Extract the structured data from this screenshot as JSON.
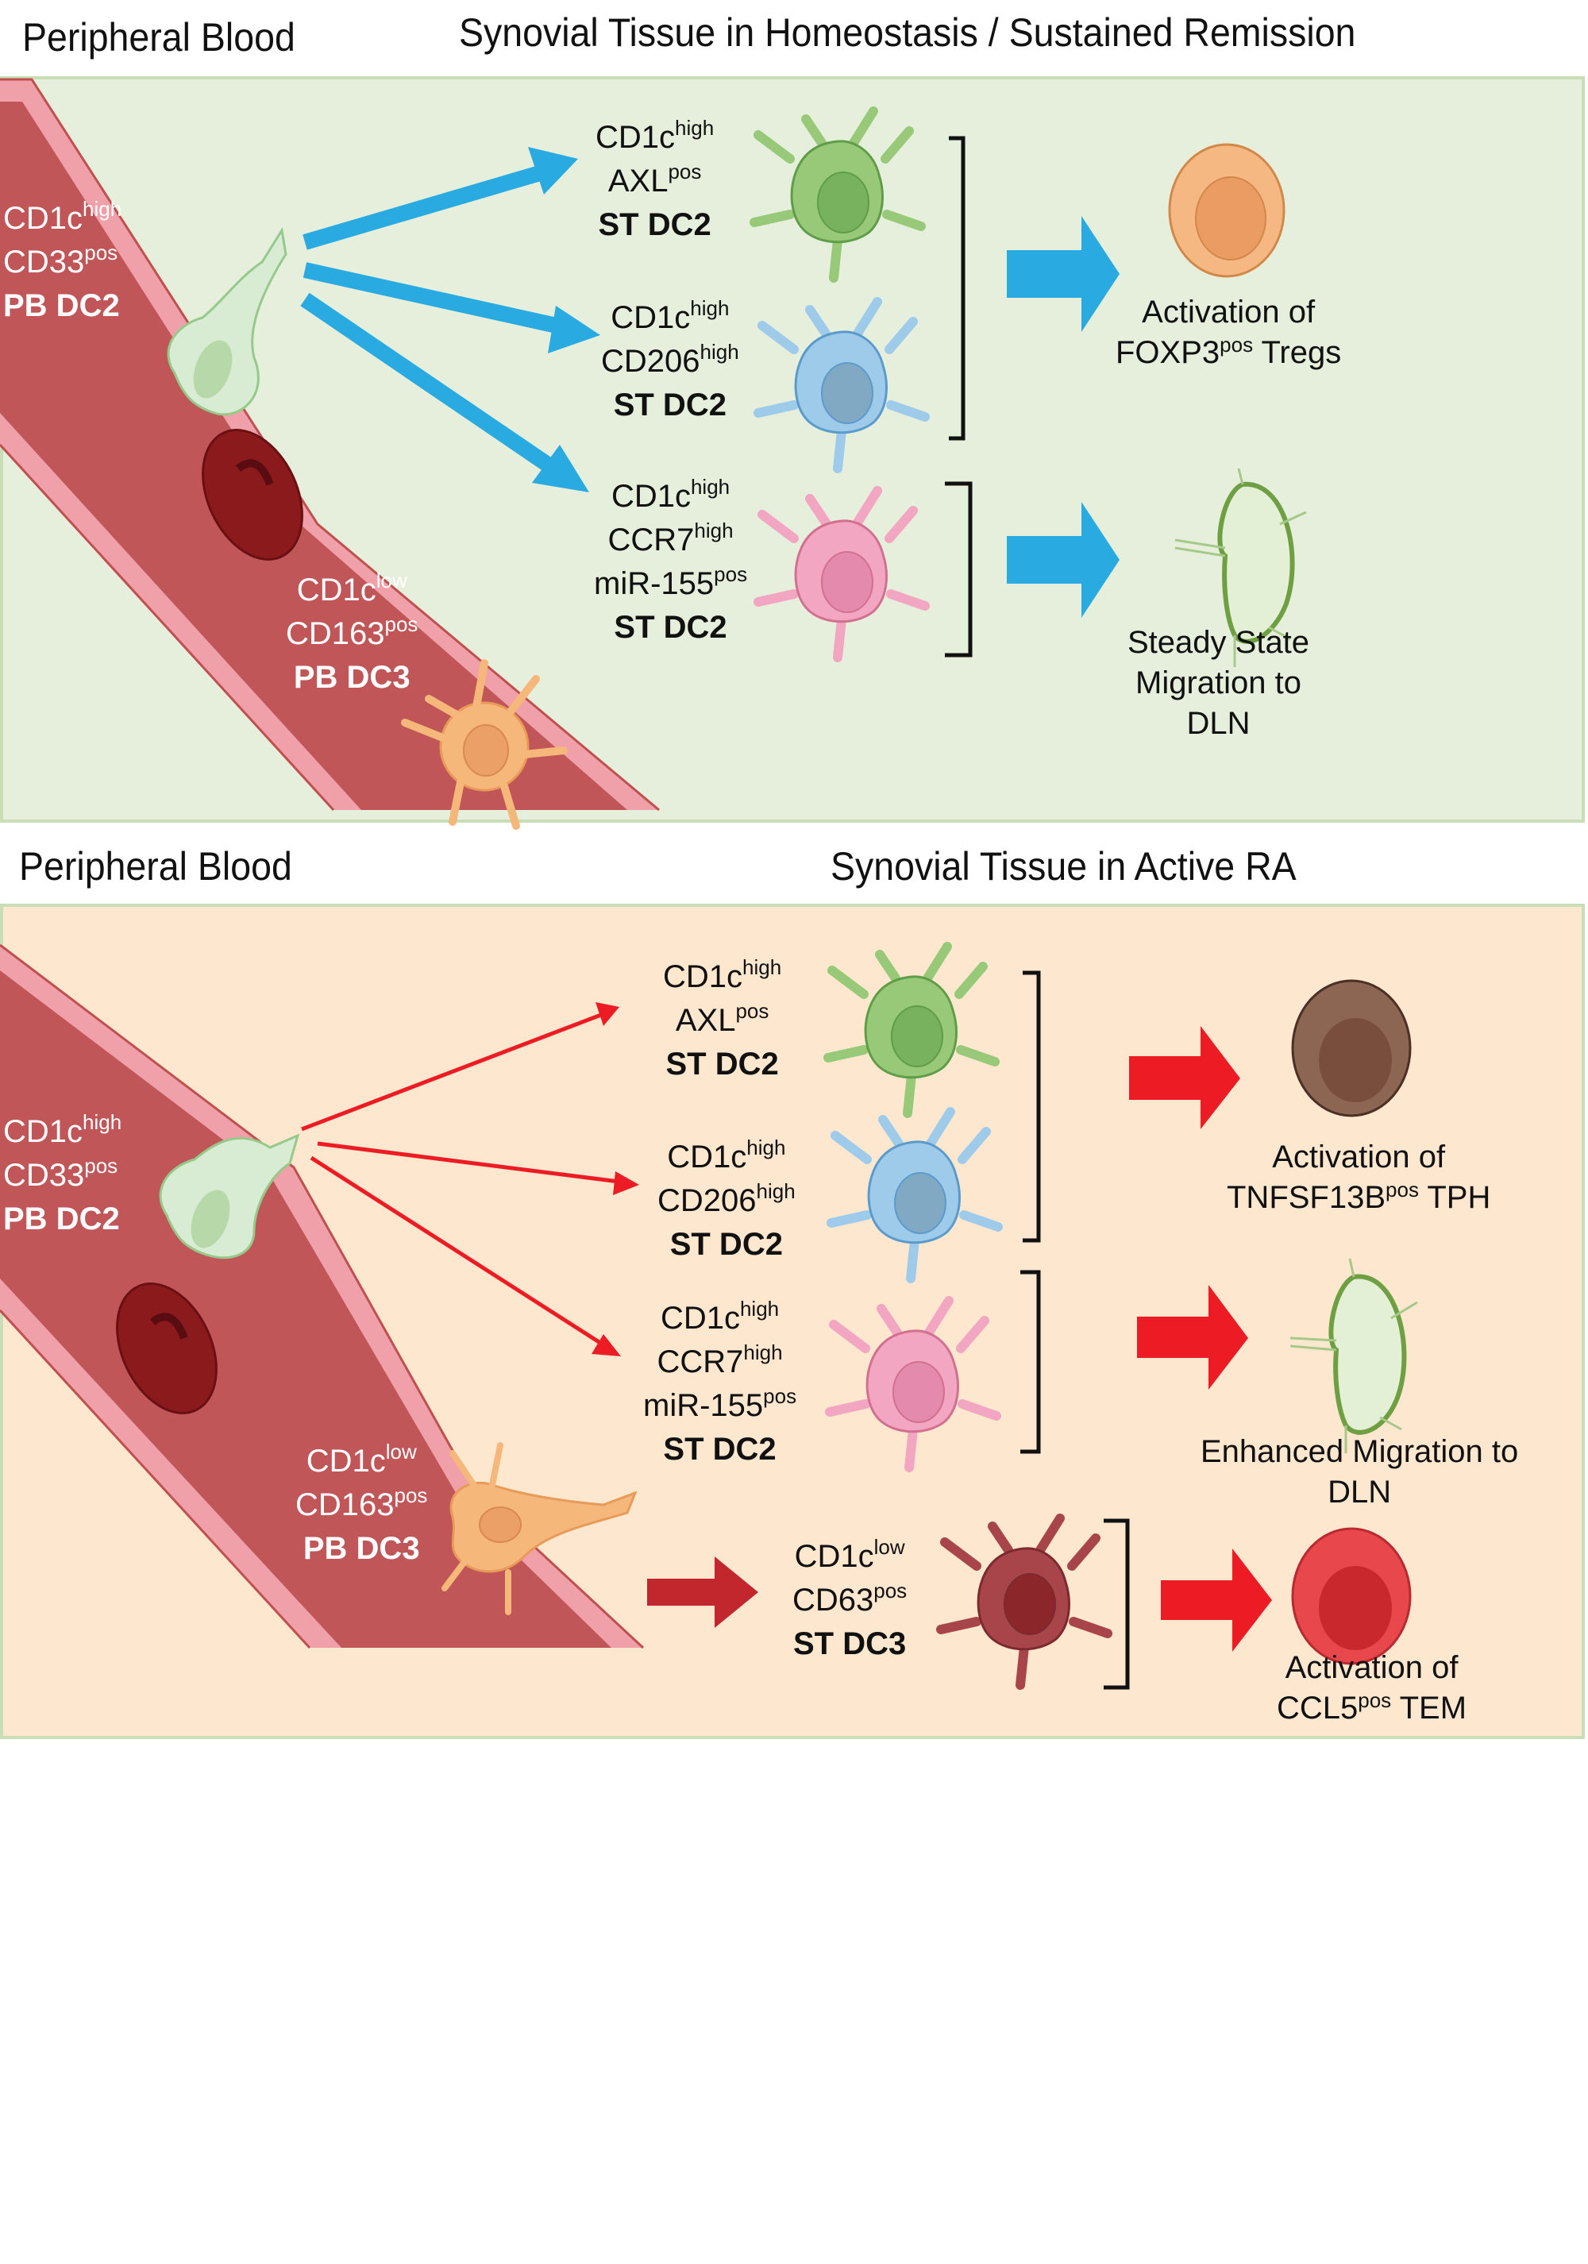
{
  "top_section": {
    "left_heading": "Peripheral Blood",
    "right_heading": "Synovial Tissue in Homeostasis / Sustained Remission",
    "arrow_color": "#29abe2",
    "panel_color": "#e5efdc",
    "blood_cells": [
      {
        "line1": "CD1c",
        "sup1": "high",
        "line2": "CD33",
        "sup2": "pos",
        "name": "PB DC2",
        "color": "#d8ecd3"
      },
      {
        "line1": "CD1c",
        "sup1": "low",
        "line2": "CD163",
        "sup2": "pos",
        "name": "PB DC3",
        "color": "#f5b87a"
      }
    ],
    "tissue_cells": [
      {
        "lines": [
          {
            "t": "CD1c",
            "s": "high"
          },
          {
            "t": "AXL",
            "s": "pos"
          }
        ],
        "name": "ST DC2",
        "color": "#98c979"
      },
      {
        "lines": [
          {
            "t": "CD1c",
            "s": "high"
          },
          {
            "t": "CD206",
            "s": "high"
          }
        ],
        "name": "ST DC2",
        "color": "#9fcbea"
      },
      {
        "lines": [
          {
            "t": "CD1c",
            "s": "high"
          },
          {
            "t": "CCR7",
            "s": "high"
          },
          {
            "t": "miR-155",
            "s": "pos"
          }
        ],
        "name": "ST DC2",
        "color": "#f2a6c2"
      }
    ],
    "outcomes": [
      {
        "line1": "Activation of",
        "line2_pre": "FOXP3",
        "line2_sup": "pos",
        "line2_post": " Tregs",
        "icon": "treg-cell",
        "color": "#f6b882"
      },
      {
        "line1": "Steady State",
        "line2_pre": "Migration to",
        "line2_sup": "",
        "line2_post": "",
        "line3": "DLN",
        "icon": "lymph-node",
        "color": "#e3f0d6"
      }
    ]
  },
  "bottom_section": {
    "left_heading": "Peripheral Blood",
    "right_heading": "Synovial Tissue in Active RA",
    "arrow_color": "#ed1c24",
    "panel_color": "#fde8cf",
    "blood_cells": [
      {
        "line1": "CD1c",
        "sup1": "high",
        "line2": "CD33",
        "sup2": "pos",
        "name": "PB DC2",
        "color": "#d8ecd3"
      },
      {
        "line1": "CD1c",
        "sup1": "low",
        "line2": "CD163",
        "sup2": "pos",
        "name": "PB DC3",
        "color": "#f5b87a"
      }
    ],
    "tissue_cells": [
      {
        "lines": [
          {
            "t": "CD1c",
            "s": "high"
          },
          {
            "t": "AXL",
            "s": "pos"
          }
        ],
        "name": "ST DC2",
        "color": "#98c979"
      },
      {
        "lines": [
          {
            "t": "CD1c",
            "s": "high"
          },
          {
            "t": "CD206",
            "s": "high"
          }
        ],
        "name": "ST DC2",
        "color": "#9fcbea"
      },
      {
        "lines": [
          {
            "t": "CD1c",
            "s": "high"
          },
          {
            "t": "CCR7",
            "s": "high"
          },
          {
            "t": "miR-155",
            "s": "pos"
          }
        ],
        "name": "ST DC2",
        "color": "#f2a6c2"
      },
      {
        "lines": [
          {
            "t": "CD1c",
            "s": "low"
          },
          {
            "t": "CD63",
            "s": "pos"
          }
        ],
        "name": "ST DC3",
        "color": "#a8454a"
      }
    ],
    "outcomes": [
      {
        "line1": "Activation of",
        "line2_pre": "TNFSF13B",
        "line2_sup": "pos",
        "line2_post": " TPH",
        "icon": "tph-cell",
        "color": "#8c6652"
      },
      {
        "line1": "Enhanced Migration to",
        "line2_pre": "DLN",
        "line2_sup": "",
        "line2_post": "",
        "icon": "lymph-node",
        "color": "#e3f0d6"
      },
      {
        "line1": "Activation of",
        "line2_pre": "CCL5",
        "line2_sup": "pos",
        "line2_post": " TEM",
        "icon": "tem-cell",
        "color": "#e8474b"
      }
    ]
  }
}
